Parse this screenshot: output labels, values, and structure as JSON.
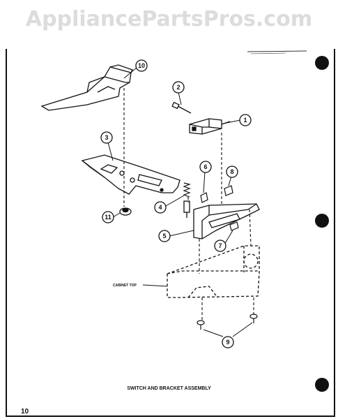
{
  "watermark": "AppliancePartsPros.com",
  "caption": "SWITCH AND BRACKET ASSEMBLY",
  "page_number": "10",
  "callouts": [
    "1",
    "2",
    "3",
    "4",
    "5",
    "6",
    "7",
    "8",
    "9",
    "10",
    "11"
  ],
  "labels": {
    "cabinet_top": "CABINET TOP"
  }
}
